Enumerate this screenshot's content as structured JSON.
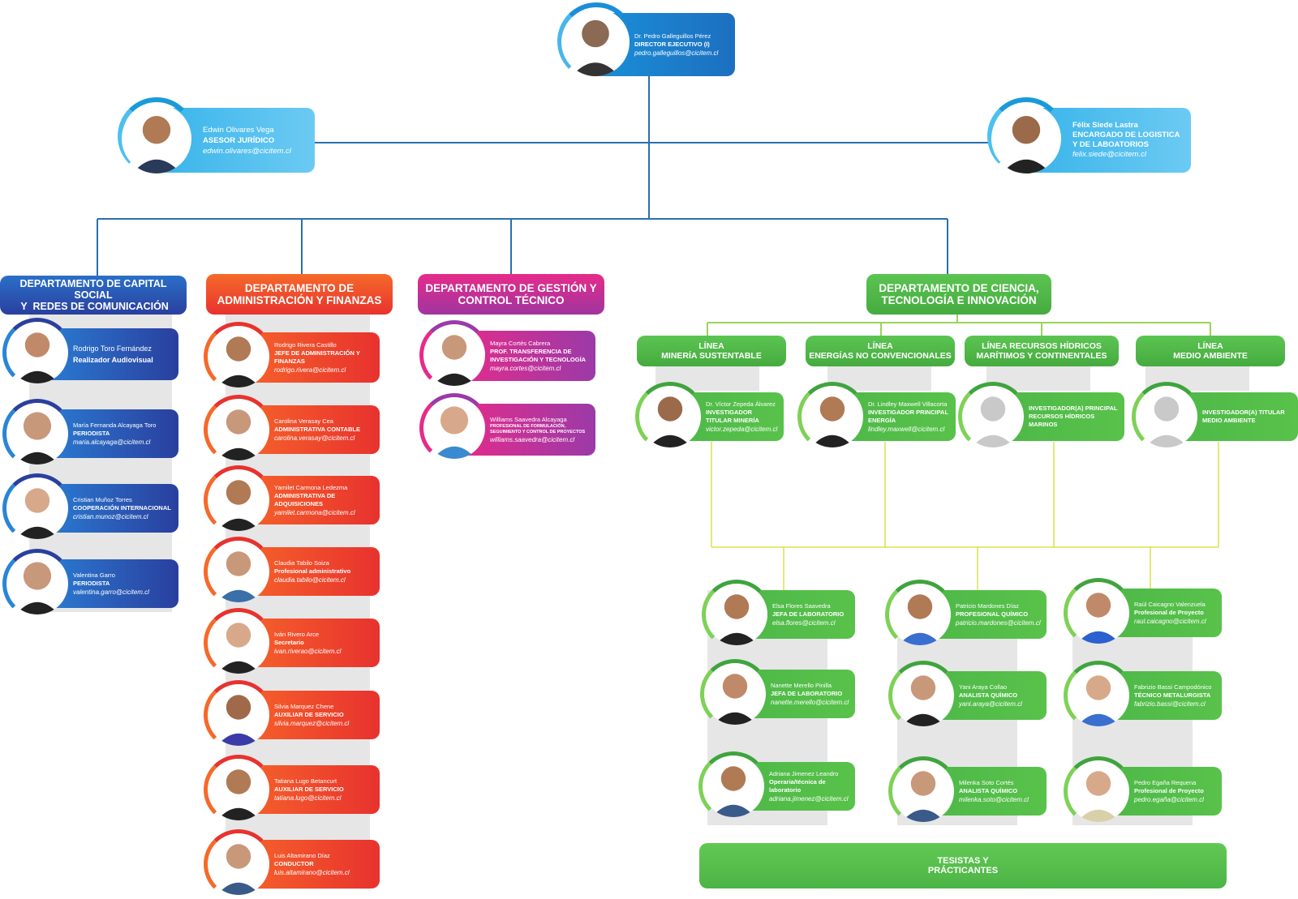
{
  "colors": {
    "blue": "#2a3f9e",
    "red": "#e8322e",
    "pink": "#d92a8c",
    "green": "#4db848",
    "lightblue": "#4ec0ee",
    "line": "#2a6fb0"
  },
  "director": {
    "name": "Dr. Pedro Galleguillos Pérez",
    "role": "DIRECTOR EJECUTIVO (I)",
    "email": "pedro.galleguillos@cicitem.cl"
  },
  "advisor": {
    "name": "Edwin Olivares Vega",
    "role": "ASESOR JURÍDICO",
    "email": "edwin.olivares@cicitem.cl"
  },
  "logistics": {
    "name": "Félix Siede Lastra",
    "role_l1": "ENCARGADO DE LOGISTICA",
    "role_l2": "Y DE LABOATORIOS",
    "email": "felix.siede@cicitem.cl"
  },
  "departments": {
    "capital": {
      "title_l1": "DEPARTAMENTO DE CAPITAL SOCIAL",
      "title_l2": " Y  REDES DE COMUNICACIÓN",
      "people": [
        {
          "name": "Rodrigo Toro Fernández",
          "role": "Realizador Audiovisual",
          "email": ""
        },
        {
          "name": "María Fernanda Alcayaga Toro",
          "role": "PERIODISTA",
          "email": "maria.alcayaga@cicitem.cl"
        },
        {
          "name": "Cristian Muñoz Torres",
          "role": "COOPERACIÓN INTERNACIONAL",
          "email": "cristian.munoz@cicitem.cl"
        },
        {
          "name": "Valentina Garro",
          "role": "PERIODISTA",
          "email": "valentina.garro@cicitem.cl"
        }
      ]
    },
    "admin": {
      "title_l1": "DEPARTAMENTO DE",
      "title_l2": "ADMINISTRACIÓN Y FINANZAS",
      "people": [
        {
          "name": "Rodrigo Rivera Castillo",
          "role": "JEFE DE ADMINISTRACIÓN Y FINANZAS",
          "email": "rodrigo.rivera@cicitem.cl"
        },
        {
          "name": "Carolina Verasay Cea",
          "role": "ADMINISTRATIVA CONTABLE",
          "email": "carolina.verasay@cicitem.cl"
        },
        {
          "name": "Yamilet Carmona Ledezma",
          "role": "ADMINISTRATIVA DE ADQUISICIONES",
          "email": "yamilet.carmona@cicitem.cl"
        },
        {
          "name": "Claudia Tabilo Soiza",
          "role": "Profesional administrativo",
          "email": "claudia.tabilo@cicitem.cl"
        },
        {
          "name": "Iván Rivero Arce",
          "role": "Secretario",
          "email": "ivan.riverao@cicitem.cl"
        },
        {
          "name": "Silvia Marquez Chene",
          "role": "AUXILIAR DE SERVICIO",
          "email": "silvia.marquez@cicitem.cl"
        },
        {
          "name": "Tatiana Lugo Betancurt",
          "role": "AUXILIAR DE SERVICIO",
          "email": "tatiana.lugo@cicitem.cl"
        },
        {
          "name": "Luis Altamirano Díaz",
          "role": "CONDUCTOR",
          "email": "luis.altamirano@cicitem.cl"
        }
      ]
    },
    "gestion": {
      "title_l1": "DEPARTAMENTO DE GESTIÓN Y",
      "title_l2": "CONTROL TÉCNICO",
      "people": [
        {
          "name": "Mayra Cortés Cabrera",
          "role": "PROF. TRANSFERENCIA DE INVESTIGACIÓN Y TECNOLOGÍA",
          "email": "mayra.cortes@cicitem.cl"
        },
        {
          "name": "Williams Saavedra Alcayaga",
          "role": "PROFESIONAL DE FORMULACIÓN, SEGUIMIENTO Y CONTROL DE PROYECTOS",
          "email": "williams.saavedra@cicitem.cl"
        }
      ]
    },
    "ciencia": {
      "title_l1": "DEPARTAMENTO DE CIENCIA,",
      "title_l2": "TECNOLOGÍA E INNOVACIÓN"
    }
  },
  "lines": [
    {
      "title_l1": "LÍNEA",
      "title_l2": "MINERÍA SUSTENTABLE",
      "person": {
        "name": "Dr. Víctor Zepeda Álvarez",
        "role": "INVESTIGADOR TITULAR MINERÍA",
        "email": "victor.zepeda@cicitem.cl"
      }
    },
    {
      "title_l1": "LÍNEA",
      "title_l2": "ENERGÍAS NO CONVENCIONALES",
      "person": {
        "name": "Dr. Lindley Maxwell Villacorta",
        "role": "INVESTIGADOR PRINCIPAL ENERGÍA",
        "email": "lindley.maxwell@cicitem.cl"
      }
    },
    {
      "title_l1": "LÍNEA RECURSOS HÍDRICOS",
      "title_l2": "MARÍTIMOS Y CONTINENTALES",
      "person": {
        "name": "",
        "role": "INVESTIGADOR(A) PRINCIPAL RECURSOS HÍDRICOS MARINOS",
        "email": ""
      }
    },
    {
      "title_l1": "LÍNEA",
      "title_l2": "MEDIO AMBIENTE",
      "person": {
        "name": "",
        "role": "INVESTIGADOR(A) TITULAR MEDIO AMBIENTE",
        "email": ""
      }
    }
  ],
  "labs": [
    [
      {
        "name": "Elsa Flores Saavedra",
        "role": "JEFA DE LABORATORIO",
        "email": "elsa.flores@cicitem.cl"
      },
      {
        "name": "Nanette Merello Pinilla",
        "role": "JEFA DE LABORATORIO",
        "email": "nanette.merello@cicitem.cl"
      },
      {
        "name": "Adriana Jimenez Leandro",
        "role": "Operaria/técnica de laboratorio",
        "email": "adriana.jimenez@cicitem.cl"
      }
    ],
    [
      {
        "name": "Patricio Mardones Díaz",
        "role": "PROFESIONAL QUÍMICO",
        "email": "patricio.mardones@cicitem.cl"
      },
      {
        "name": "Yani Araya Collao",
        "role": "ANALISTA QUÍMICO",
        "email": "yani.araya@cicitem.cl"
      },
      {
        "name": "Milenka Soto Cortés",
        "role": "ANALISTA QUÍMICO",
        "email": "milenka.soto@cicitem.cl"
      }
    ],
    [
      {
        "name": "Raúl Caicagno Valenzuela",
        "role": "Profesional de Proyecto",
        "email": "raul.caicagno@cicitem.cl"
      },
      {
        "name": "Fabrizio Bassi Campodónico",
        "role": "TÉCNICO METALURGISTA",
        "email": "fabrizio.bassi@cicitem.cl"
      },
      {
        "name": "Pedro Egaña Requena",
        "role": "Profesional de Proyecto",
        "email": "pedro.egaña@cicitem.cl"
      }
    ]
  ],
  "tesistas": {
    "l1": "TESISTAS Y",
    "l2": "PRÁCTICANTES"
  }
}
